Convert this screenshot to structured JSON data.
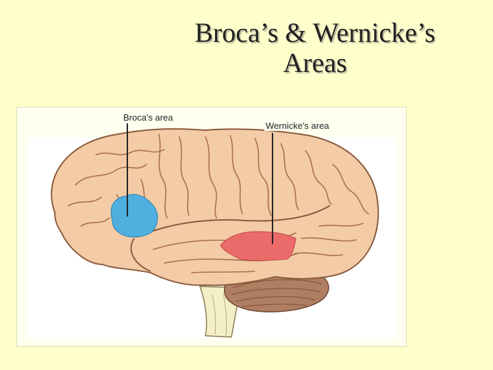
{
  "slide": {
    "title_line1": "Broca’s & Wernicke’s",
    "title_line2": "Areas"
  },
  "diagram": {
    "labels": {
      "broca": "Broca's area",
      "wernicke": "Wernicke's area"
    },
    "colors": {
      "background": "#FFFFCC",
      "brain": "#F3CBA6",
      "brain_outline": "#8A5A3C",
      "broca_area": "#4FB0E0",
      "wernicke_area": "#EB6B6B",
      "cerebellum": "#B07E62",
      "brainstem": "#F4EFC8"
    }
  }
}
